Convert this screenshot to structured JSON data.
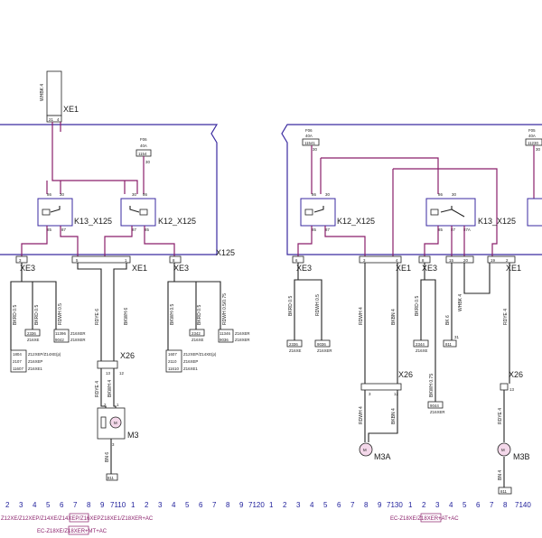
{
  "labels": {
    "XE1": "XE1",
    "XE3": "XE3",
    "X125": "X125",
    "X26": "X26",
    "K13": "K13_X125",
    "K12": "K12_X125",
    "M3": "M3",
    "M3A": "M3A",
    "M3B": "M3B",
    "F06": "F06",
    "F05": "F05",
    "amp40": "40A",
    "c30": "30"
  },
  "wires": {
    "wh4": "WHBK 4",
    "bkrd05": "BKRD 0.5",
    "bkrd0_5": "BKRD 0.5",
    "rdwh05": "RDWH 0.5",
    "rdwh05_075": "RDWH 0.5/0.75",
    "rdye6": "RDYE 6",
    "bkwh6": "BKWH 6",
    "rdye4": "RDYE 4",
    "rdwh4": "RDWH 4",
    "bkwh4": "BKWH 4",
    "bkbn4": "BKBN 4",
    "bkwh0_75": "BKWH 0.75",
    "bk6": "BK 6",
    "whbk4": "WHBK 4",
    "bn6": "BN 6",
    "bn4": "BN 4",
    "bkwh05": "BKWH 0.5"
  },
  "pins": {
    "p1": "1",
    "p2": "2",
    "p3": "3",
    "p4": "4",
    "p5": "5",
    "p6": "6",
    "p8": "8",
    "p12": "12",
    "p13": "13",
    "p15": "15",
    "p19": "19",
    "p20": "20",
    "p21": "21",
    "p30": "30",
    "p31": "31",
    "p85": "85",
    "p86": "86",
    "p87": "87",
    "p87a": "87A"
  },
  "refs": {
    "r1": "1804",
    "r2": "2107",
    "r3": "11607",
    "z1": "Z12XEP/Z14XE(p)",
    "z2": "Z16XEP",
    "z3": "Z16XE1",
    "r4": "2336",
    "z4": "Z16XE",
    "r5": "11396",
    "r6": "9042",
    "z5": "Z16XER",
    "z6": "Z18XER",
    "r7": "1607",
    "r8": "2110",
    "r9": "11610",
    "r10": "2342",
    "z7": "Z16XE",
    "r11": "11346",
    "r12": "9036",
    "z8": "Z16XER",
    "z9": "Z18XER",
    "r13": "2336",
    "z10": "Z16XE",
    "r14": "9036",
    "z11": "Z16XER",
    "r15": "2344",
    "z12": "Z16XE",
    "r16": "811",
    "r17": "9044",
    "z13": "Z16XER",
    "r18": "11541",
    "r19": "11230",
    "r20": "1154",
    "r21": "811",
    "r22": "811"
  },
  "ruler": {
    "digits_a": [
      "2",
      "3",
      "4",
      "5",
      "6",
      "7",
      "8",
      "9"
    ],
    "mark_a": "7110",
    "digits_b": [
      "1",
      "2",
      "3",
      "4",
      "5",
      "6",
      "7",
      "8",
      "9"
    ],
    "mark_b": "7120",
    "digits_c": [
      "1",
      "2",
      "3",
      "4",
      "5",
      "6",
      "7",
      "8",
      "9"
    ],
    "mark_c": "7130",
    "digits_d": [
      "1",
      "2",
      "3",
      "4",
      "5",
      "6",
      "7",
      "8"
    ],
    "mark_d": "7140"
  },
  "footnotes": {
    "f1a": "Z12XE/Z12XEP/Z14XE/Z14XEP/Z",
    "f1b": "16XEP",
    "f1c": "Z18XE1/Z18XER+AC",
    "f2a": "EC-Z18XE/Z",
    "f2b": "18XER",
    "f2c": "+MT+AC",
    "f3a": "EC-Z18XE/Z",
    "f3b": "18XER",
    "f3c": "+AT+AC"
  }
}
